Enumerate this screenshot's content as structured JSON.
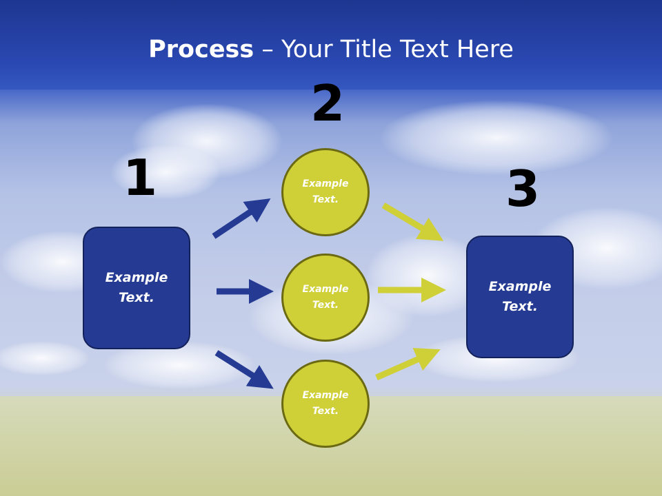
{
  "title": {
    "bold": "Process",
    "rest": " – Your Title Text Here"
  },
  "numbers": [
    "1",
    "2",
    "3"
  ],
  "left_box": {
    "text": "Example\nText."
  },
  "right_box": {
    "text": "Example\nText."
  },
  "circles": [
    {
      "text": "Example\nText."
    },
    {
      "text": "Example\nText."
    },
    {
      "text": "Example\nText."
    }
  ],
  "colors": {
    "box": "#253a92",
    "circle": "#cfcf38",
    "arrow_blue": "#253a92",
    "arrow_yellow": "#cfcf38",
    "title_band": "#2a48b2"
  }
}
